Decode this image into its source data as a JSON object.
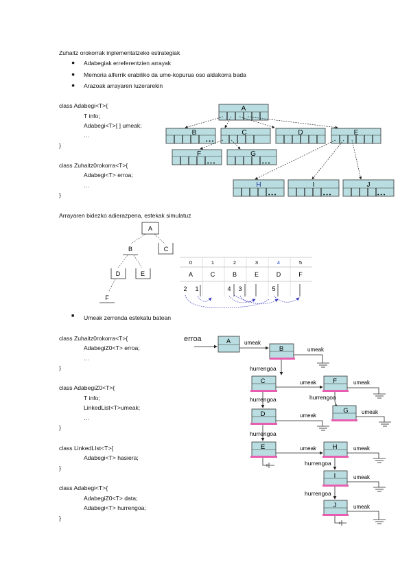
{
  "title": "Zuhaitz orokorrak inplementatzeko estrategiak",
  "bullets": [
    "Adabegiak erreferentzien arrayak",
    "Memoria alferrik erabiliko da ume-kopurua oso aldakorra bada",
    "Arazoak arrayaren luzerarekin"
  ],
  "code1": [
    "class Adabegi<T>{",
    "T info;",
    "Adabegi<T>[ ] umeak;",
    "…",
    "}"
  ],
  "code2": [
    "class Zuhaitz0rokorra<T>{",
    "Adabegi<T> erroa;",
    "…",
    "}"
  ],
  "tree1": {
    "nodes": [
      "A",
      "B",
      "C",
      "D",
      "E",
      "F",
      "G",
      "H",
      "I",
      "J"
    ],
    "dots": "• • •"
  },
  "section2": "Arrayaren bidezko adierazpena, estekak simulatuz",
  "tree2": {
    "nodes": [
      "A",
      "B",
      "C",
      "D",
      "E",
      "F"
    ]
  },
  "array": {
    "indices": [
      "0",
      "1",
      "2",
      "3",
      "4",
      "5"
    ],
    "values": [
      "A",
      "C",
      "B",
      "E",
      "D",
      "F"
    ],
    "links": [
      "2",
      "1",
      "4",
      "3",
      "5"
    ]
  },
  "bullet3": "Umeak zerrenda estekatu batean",
  "code3": [
    "class Zuhaitz0rokorra<T>{",
    "AdabegiZ0<T> erroa;",
    "…",
    "}"
  ],
  "code4": [
    "class AdabegiZ0<T>{",
    "T info;",
    "LinkedList<T>umeak;",
    "…",
    "}"
  ],
  "code5": [
    "class LinkedLIst<T>{",
    "Adabegi<T> hasiera;",
    "}"
  ],
  "code6": [
    "class Adabegi<T>{",
    "AdabegiZ0<T> data;",
    "Adabegi<T> hurrengoa;",
    "}"
  ],
  "list_diagram": {
    "root_label": "erroa",
    "umeak": "umeak",
    "hurrengoa": "hurrengoa",
    "nodes": [
      "A",
      "B",
      "C",
      "F",
      "D",
      "G",
      "E",
      "H",
      "I",
      "J"
    ]
  },
  "colors": {
    "node_fill": "#b9dde0",
    "node_stroke": "#333333",
    "pink": "#e85db0",
    "blue_arrow": "#4040c0"
  }
}
